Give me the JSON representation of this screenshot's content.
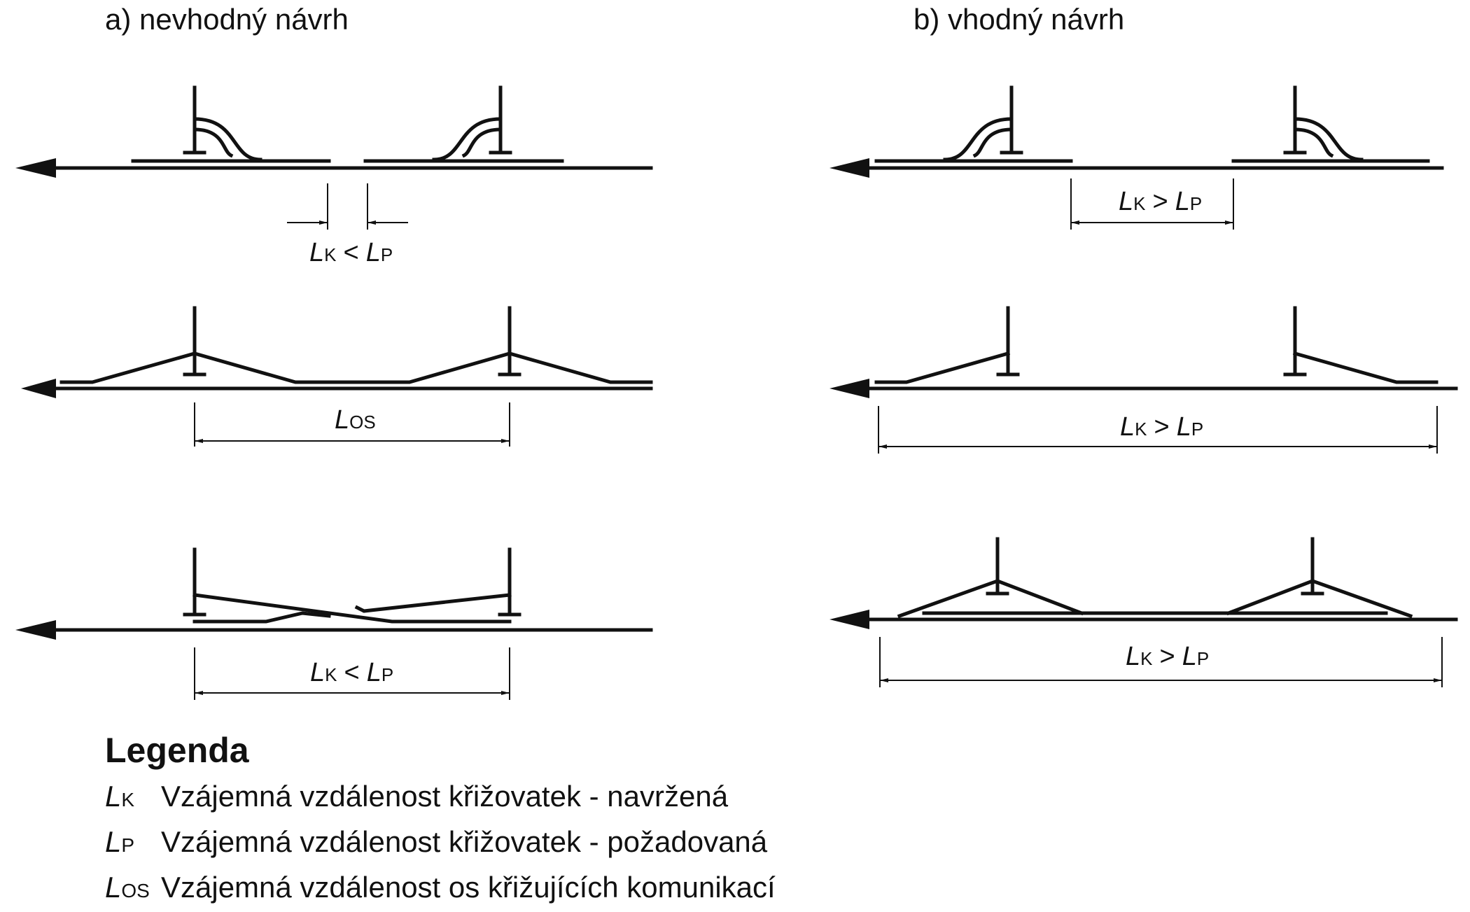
{
  "panel_a": {
    "title": "a) nevhodný návrh",
    "dim1": {
      "sym": "L",
      "sub1": "K",
      "op": "<",
      "sym2": "L",
      "sub2": "P"
    },
    "dim2": {
      "sym": "L",
      "sub1": "OS"
    },
    "dim3": {
      "sym": "L",
      "sub1": "K",
      "op": "<",
      "sym2": "L",
      "sub2": "P"
    }
  },
  "panel_b": {
    "title": "b) vhodný návrh",
    "dim1": {
      "sym": "L",
      "sub1": "K",
      "op": ">",
      "sym2": "L",
      "sub2": "P"
    },
    "dim2": {
      "sym": "L",
      "sub1": "K",
      "op": ">",
      "sym2": "L",
      "sub2": "P"
    },
    "dim3": {
      "sym": "L",
      "sub1": "K",
      "op": ">",
      "sym2": "L",
      "sub2": "P"
    }
  },
  "legend": {
    "title": "Legenda",
    "items": [
      {
        "sym": "L",
        "sub": "K",
        "text": "Vzájemná vzdálenost křižovatek - navržená"
      },
      {
        "sym": "L",
        "sub": "P",
        "text": "Vzájemná vzdálenost křižovatek - požadovaná"
      },
      {
        "sym": "L",
        "sub": "OS",
        "text": "Vzájemná vzdálenost os křižujících komunikací"
      }
    ]
  }
}
